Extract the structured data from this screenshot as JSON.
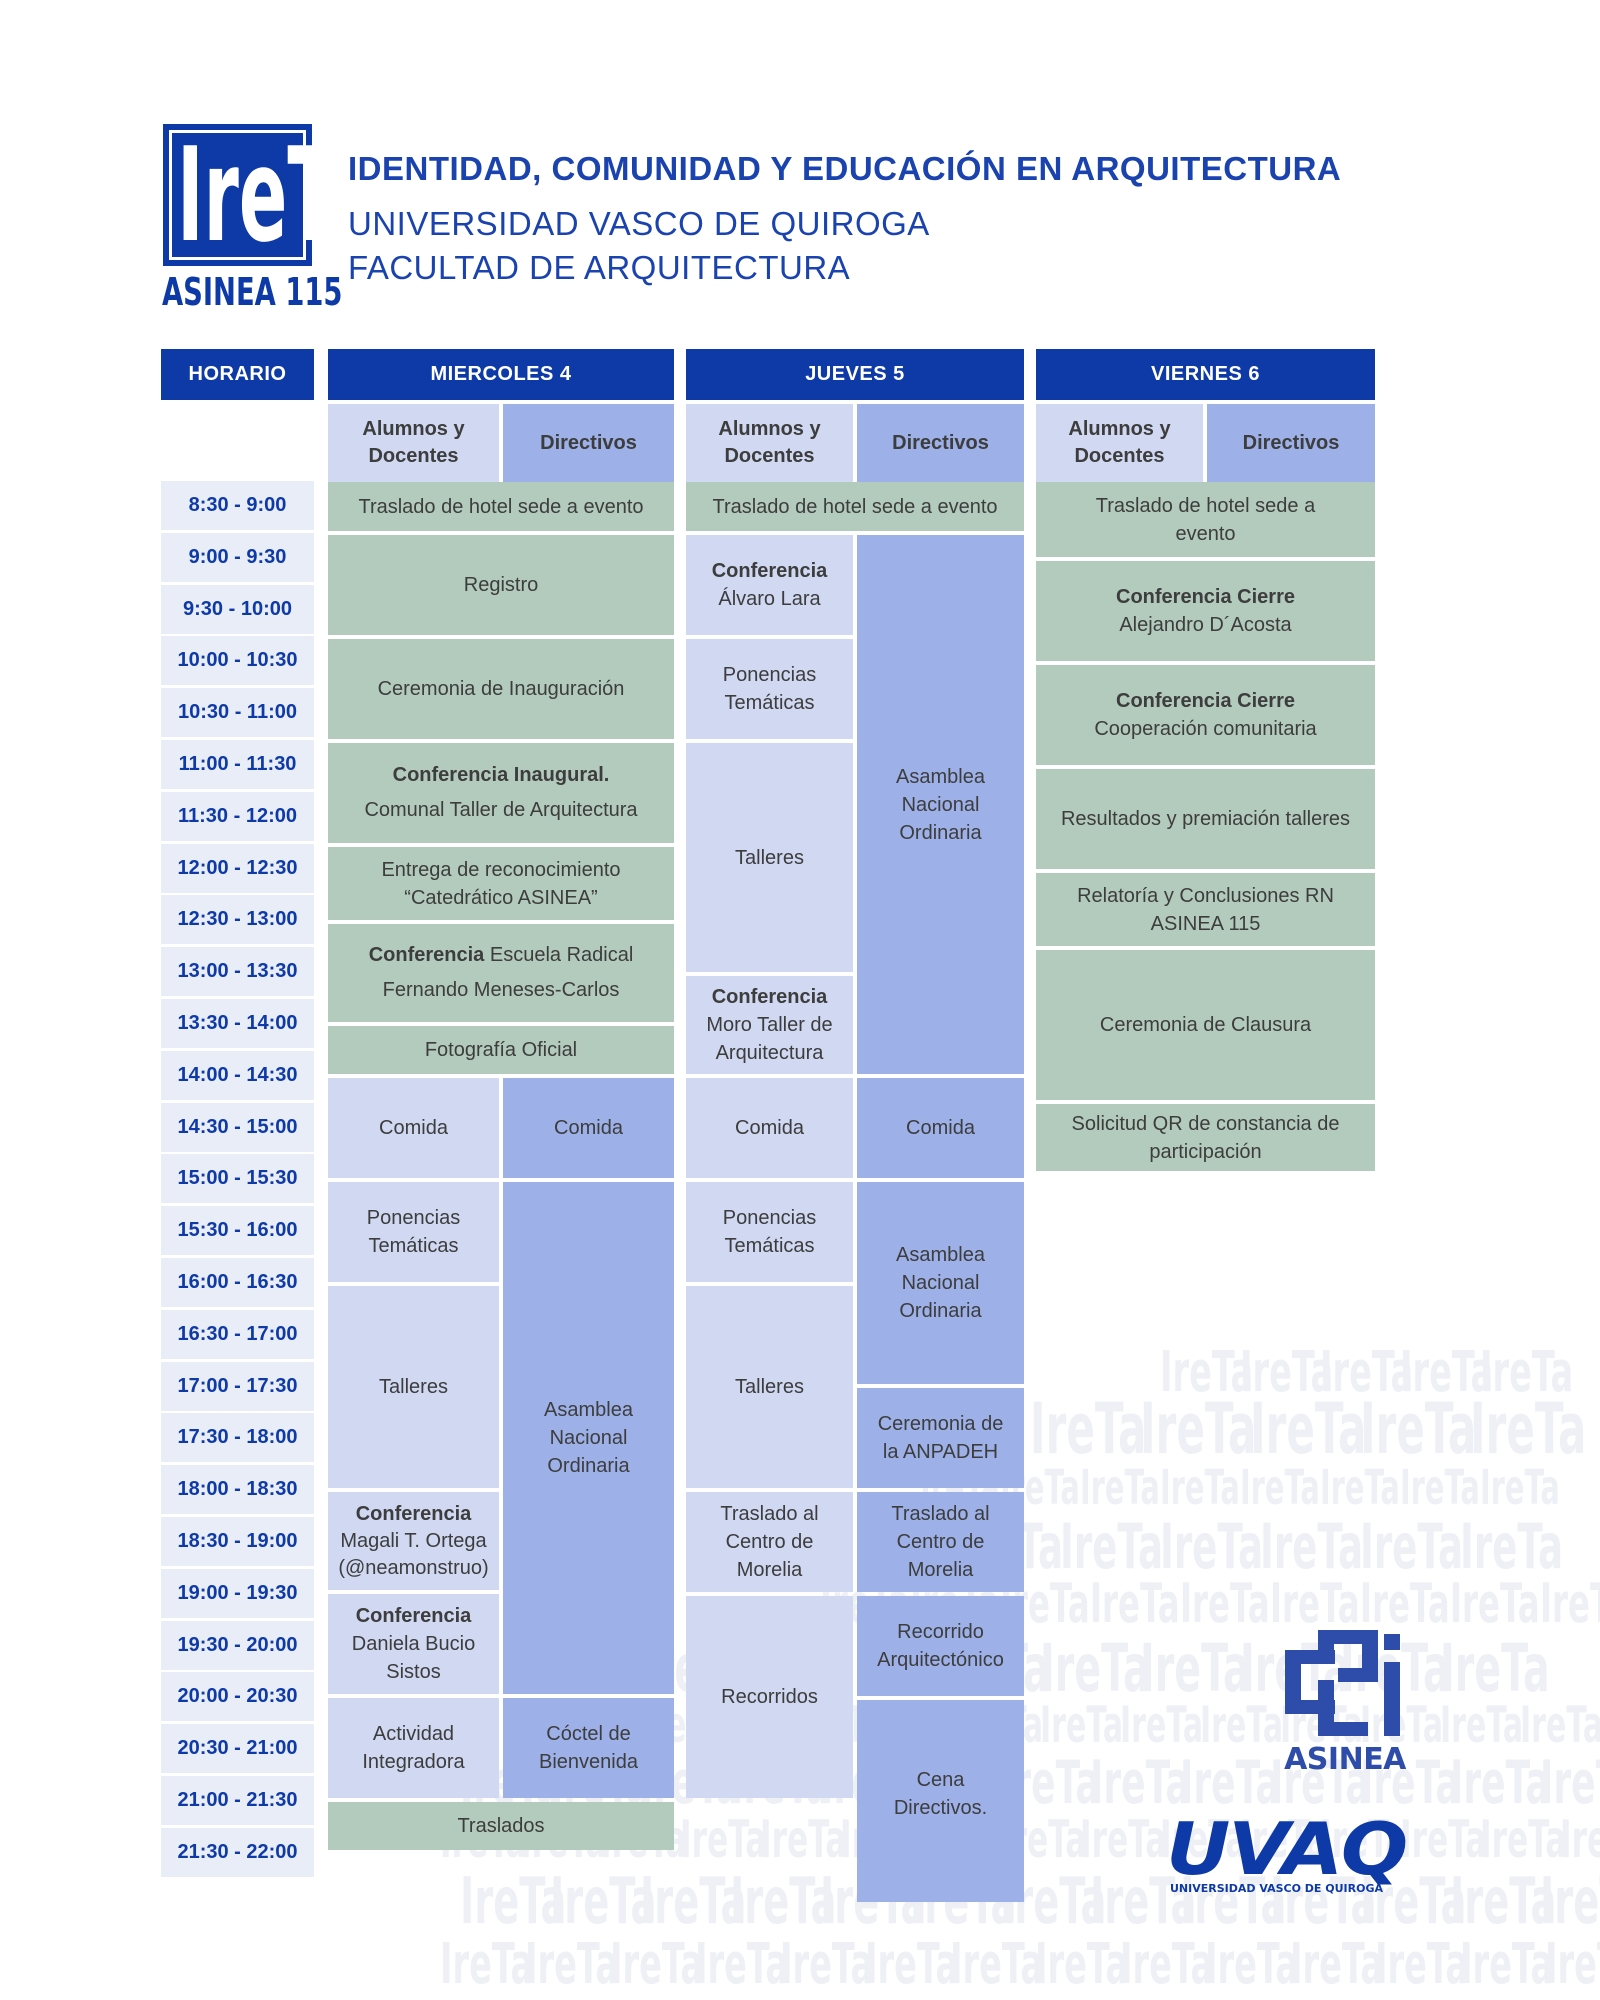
{
  "logo": {
    "word": "IreTa",
    "sub": "ASINEA 115"
  },
  "header": {
    "title": "IDENTIDAD, COMUNIDAD Y EDUCACIÓN EN ARQUITECTURA",
    "university": "UNIVERSIDAD VASCO DE QUIROGA",
    "faculty": "FACULTAD DE ARQUITECTURA"
  },
  "columns": {
    "horario": "HORARIO",
    "days": [
      "MIERCOLES 4",
      "JUEVES 5",
      "VIERNES 6"
    ],
    "alumnos": "Alumnos y\nDocentes",
    "directivos": "Directivos"
  },
  "times": [
    "8:30 - 9:00",
    "9:00 - 9:30",
    "9:30 - 10:00",
    "10:00 - 10:30",
    "10:30 - 11:00",
    "11:00 - 11:30",
    "11:30 - 12:00",
    "12:00 - 12:30",
    "12:30 - 13:00",
    "13:00 - 13:30",
    "13:30 - 14:00",
    "14:00 - 14:30",
    "14:30 - 15:00",
    "15:00 - 15:30",
    "15:30 - 16:00",
    "16:00 - 16:30",
    "16:30 - 17:00",
    "17:00 - 17:30",
    "17:30 - 18:00",
    "18:00 - 18:30",
    "18:30 - 19:00",
    "19:00 - 19:30",
    "19:30 - 20:00",
    "20:00 - 20:30",
    "20:30 - 21:00",
    "21:00 - 21:30",
    "21:30 - 22:00"
  ],
  "miercoles": {
    "traslado": "Traslado de hotel sede a evento",
    "registro": "Registro",
    "ceremonia": "Ceremonia de Inauguración",
    "conf_inaugural_b": "Conferencia Inaugural.",
    "conf_inaugural": "Comunal Taller de Arquitectura",
    "entrega": "Entrega de reconocimiento\n“Catedrático ASINEA”",
    "conf_escuela_b": "Conferencia",
    "conf_escuela": " Escuela Radical",
    "conf_escuela_2": "Fernando Meneses-Carlos",
    "fotografia": "Fotografía Oficial",
    "comida_a": "Comida",
    "comida_d": "Comida",
    "ponencias": "Ponencias\nTemáticas",
    "talleres": "Talleres",
    "asamblea": "Asamblea\nNacional\nOrdinaria",
    "conf_magali_b": "Conferencia",
    "conf_magali": "Magali T. Ortega\n(@neamonstruo)",
    "conf_daniela_b": "Conferencia",
    "conf_daniela": "Daniela Bucio\nSistos",
    "actividad": "Actividad\nIntegradora",
    "coctel": "Cóctel de\nBienvenida",
    "traslados": "Traslados"
  },
  "jueves": {
    "traslado": "Traslado de hotel sede a evento",
    "conf_alvaro_b": "Conferencia",
    "conf_alvaro": "Álvaro Lara",
    "ponencias_am": "Ponencias\nTemáticas",
    "talleres_am": "Talleres",
    "conf_moro_b": "Conferencia",
    "conf_moro": "Moro Taller de\nArquitectura",
    "asamblea_am": "Asamblea\nNacional\nOrdinaria",
    "comida_a": "Comida",
    "comida_d": "Comida",
    "ponencias_pm": "Ponencias\nTemáticas",
    "talleres_pm": "Talleres",
    "asamblea_pm": "Asamblea\nNacional\nOrdinaria",
    "anpadeh": "Ceremonia de\nla ANPADEH",
    "traslado_a": "Traslado al\nCentro de\nMorelia",
    "traslado_d": "Traslado al\nCentro de\nMorelia",
    "recorridos": "Recorridos",
    "recorrido_arq": "Recorrido\nArquitectónico",
    "cena": "Cena\nDirectivos."
  },
  "viernes": {
    "traslado": "Traslado de hotel sede a\nevento",
    "conf_cierre1_b": "Conferencia Cierre",
    "conf_cierre1": "Alejandro D´Acosta",
    "conf_cierre2_b": "Conferencia Cierre",
    "conf_cierre2": "Cooperación comunitaria",
    "resultados": "Resultados y premiación talleres",
    "relatoria": "Relatoría y Conclusiones RN\nASINEA 115",
    "clausura": "Ceremonia de Clausura",
    "solicitud": "Solicitud QR de constancia de\nparticipación"
  },
  "logos": {
    "asinea": "ASINEA",
    "uvaq": "UVAQ",
    "uvaq_sub": "UNIVERSIDAD VASCO DE QUIROGA"
  },
  "watermark": {
    "word": "IreTa"
  },
  "colors": {
    "primary": "#0e3aa8",
    "green": "#b3cbbd",
    "lavender": "#d0d8f2",
    "blue": "#9db1e8",
    "time_bg": "#e9edf8"
  }
}
